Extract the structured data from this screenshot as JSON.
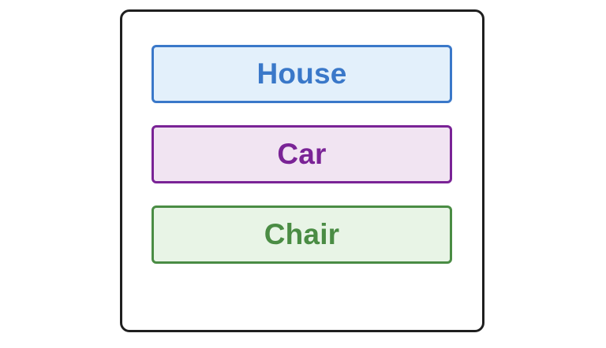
{
  "items": [
    {
      "label": "House",
      "text_color": "#3a78c9",
      "border_color": "#3a78c9",
      "fill_color": "#e3f0fb"
    },
    {
      "label": "Car",
      "text_color": "#7a2396",
      "border_color": "#7a2396",
      "fill_color": "#f1e4f2"
    },
    {
      "label": "Chair",
      "text_color": "#4a8c44",
      "border_color": "#4a8c44",
      "fill_color": "#e8f4e6"
    }
  ],
  "frame_color": "#1f1f1f"
}
